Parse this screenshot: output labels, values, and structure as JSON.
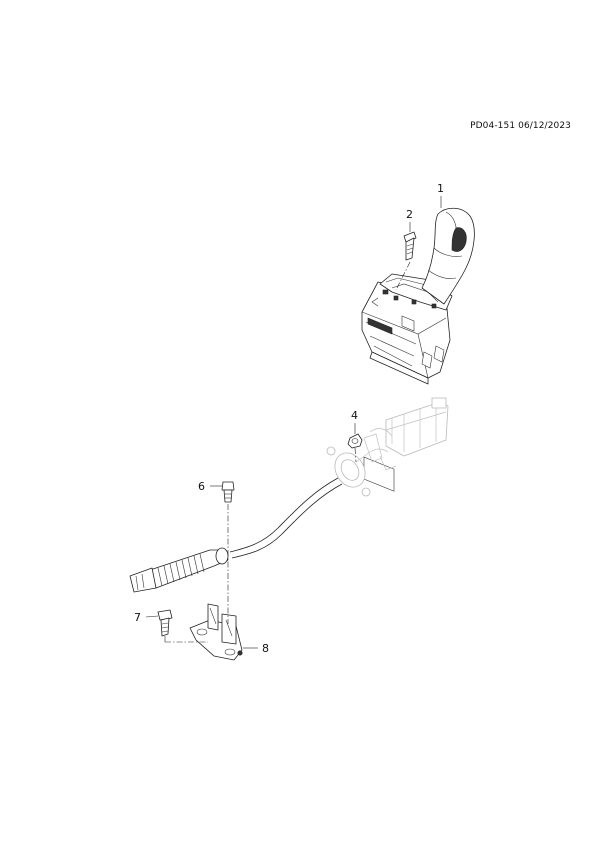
{
  "document": {
    "reference_code": "PD04-151 06/12/2023"
  },
  "callouts": [
    {
      "id": "1",
      "label": "1"
    },
    {
      "id": "2",
      "label": "2"
    },
    {
      "id": "4",
      "label": "4"
    },
    {
      "id": "6",
      "label": "6"
    },
    {
      "id": "7",
      "label": "7"
    },
    {
      "id": "8",
      "label": "8"
    }
  ]
}
